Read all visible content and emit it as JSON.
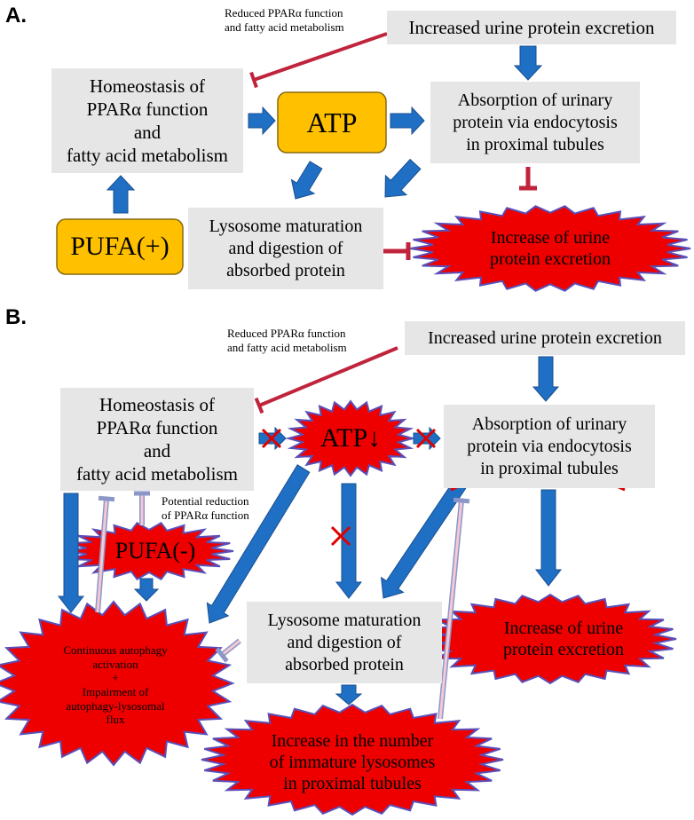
{
  "panel_a": {
    "label": "A.",
    "top_box": "Increased urine protein excretion",
    "note": "Reduced PPARα function\nand fatty acid metabolism",
    "homeostasis": "Homeostasis of\nPPARα function\nand\nfatty acid metabolism",
    "atp": "ATP",
    "absorption": "Absorption of urinary\nprotein via endocytosis\nin proximal tubules",
    "lysosome": "Lysosome maturation\nand digestion of\nabsorbed protein",
    "pufa": "PUFA(+)",
    "increase": "Increase of urine\nprotein excretion"
  },
  "panel_b": {
    "label": "B.",
    "top_box": "Increased urine protein excretion",
    "note": "Reduced PPARα function\nand fatty acid metabolism",
    "homeostasis": "Homeostasis of\nPPARα function\nand\nfatty acid metabolism",
    "atp": "ATP↓",
    "absorption": "Absorption of urinary\nprotein via endocytosis\nin proximal tubules",
    "potential": "Potential reduction\nof PPARα function",
    "pufa": "PUFA(-)",
    "lysosome": "Lysosome maturation\nand digestion of\nabsorbed protein",
    "increase": "Increase of urine\nprotein excretion",
    "autophagy": "Continuous autophagy\nactivation\n+\nImpairment of\nautophagy-lysosomal\nflux",
    "immature": "Increase in the number\nof immature lysosomes\nin proximal tubules"
  },
  "colors": {
    "box_fill": "#e6e6e6",
    "arrow_blue": "#1f6fc4",
    "inhibit_red": "#c0243c",
    "burst_red": "#ee0000",
    "burst_edge": "#5a4fb8",
    "orange": "#ffc000",
    "cross_red": "#e00000"
  }
}
